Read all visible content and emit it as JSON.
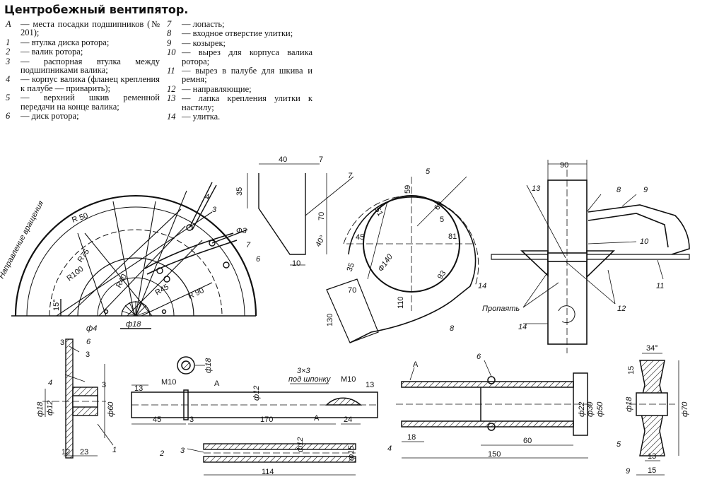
{
  "title": "Центробежный вентипятор.",
  "legend_left": [
    {
      "key": "А",
      "text": "— места посадки подшипников (№ 201);"
    },
    {
      "key": "1",
      "text": "— втулка диска ротора;"
    },
    {
      "key": "2",
      "text": "— валик ротора;"
    },
    {
      "key": "3",
      "text": "— распорная втулка между подшипниками валика;"
    },
    {
      "key": "4",
      "text": "— корпус валика (фланец крепления к палубе — приварить);"
    },
    {
      "key": "5",
      "text": "— верхний шкив ременной передачи на конце валика;"
    },
    {
      "key": "6",
      "text": "— диск ротора;"
    }
  ],
  "legend_right": [
    {
      "key": "7",
      "text": "— лопасть;"
    },
    {
      "key": "8",
      "text": "— входное отверстие улитки;"
    },
    {
      "key": "9",
      "text": "— козырек;"
    },
    {
      "key": "10",
      "text": "— вырез для корпуса валика ротора;"
    },
    {
      "key": "11",
      "text": "— вырез в палубе для шкива и ремня;"
    },
    {
      "key": "12",
      "text": "— направляющие;"
    },
    {
      "key": "13",
      "text": "— лапка крепления улитки к настилу;"
    },
    {
      "key": "14",
      "text": "— улитка."
    }
  ],
  "rotor": {
    "rotation_label": "Направление вращения",
    "r50": "R 50",
    "r75": "R75",
    "r100": "R100",
    "r40": "R40",
    "r45": "R45",
    "r90": "R 90",
    "angle15": "15°",
    "d4": "ф4",
    "d18": "ф18",
    "d3": "Ф3",
    "n3": "3",
    "n4": "4",
    "n6": "6",
    "n7": "7"
  },
  "blade": {
    "w40": "40",
    "w7": "7",
    "h35": "35",
    "h70": "70",
    "a40": "40°",
    "w10": "10",
    "n7": "7"
  },
  "volute": {
    "n5": "5",
    "d59": "59",
    "d69": "69",
    "d51": "51",
    "d45": "45",
    "d5": "5",
    "d81": "81",
    "d140": "Ф140",
    "d35": "35",
    "d93": "93",
    "d70": "70",
    "d110": "110",
    "d130": "130",
    "n8": "8",
    "n14": "14"
  },
  "side": {
    "w90": "90",
    "n13": "13",
    "n8": "8",
    "n9": "9",
    "n10": "10",
    "n11": "11",
    "n12": "12",
    "n14": "14",
    "gap_label": "Пропаять"
  },
  "hub": {
    "n3": "3",
    "n6": "6",
    "n3b": "3",
    "n4": "4",
    "n3c": "3",
    "d18": "ф18",
    "d12": "ф12",
    "d60": "ф60",
    "w23": "23",
    "n1": "1",
    "n12": "12"
  },
  "shaft": {
    "w13": "13",
    "m10": "M10",
    "a": "А",
    "d12": "ф12",
    "key_label": "3×3",
    "key_label2": "под шпонку",
    "m10b": "M10",
    "w13b": "13",
    "w45": "45",
    "w3": "3",
    "w170": "170",
    "w24": "24",
    "ab": "А",
    "n2": "2",
    "d18": "ф18"
  },
  "sleeve": {
    "n3": "3",
    "d12": "ф12",
    "d15": "ф15",
    "w114": "114"
  },
  "housing": {
    "a": "А",
    "n6": "6",
    "d22": "ф22",
    "d30": "ф30",
    "d50": "ф50",
    "w18": "18",
    "w60": "60",
    "w150": "150",
    "n4": "4"
  },
  "pulley": {
    "angle": "34°",
    "w15": "15",
    "d18": "ф18",
    "d70": "ф70",
    "n5": "5",
    "w13": "13",
    "w15b": "15",
    "n9": "9"
  }
}
